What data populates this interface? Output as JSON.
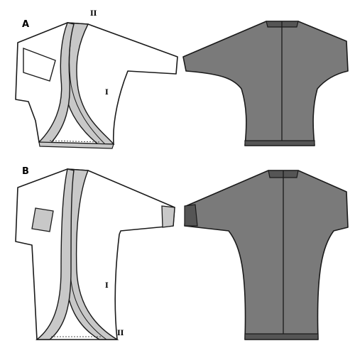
{
  "colors": {
    "background": "#ffffff",
    "outline": "#1a1a1a",
    "garment_front": "#ffffff",
    "band": "#c8c8c8",
    "garment_back": "#7a7a7a",
    "rib": "#555555"
  },
  "views": [
    {
      "id": "A",
      "label": "A",
      "front": {
        "piece_label_body": "I",
        "piece_label_band": "II",
        "sleeve": "short-folded"
      },
      "back": {
        "hem_band": true
      }
    },
    {
      "id": "B",
      "label": "B",
      "front": {
        "piece_label_body": "I",
        "piece_label_band": "II",
        "sleeve": "cuffed",
        "length": "long"
      },
      "back": {
        "hem_band": true,
        "sleeve_cuff": true
      }
    }
  ]
}
